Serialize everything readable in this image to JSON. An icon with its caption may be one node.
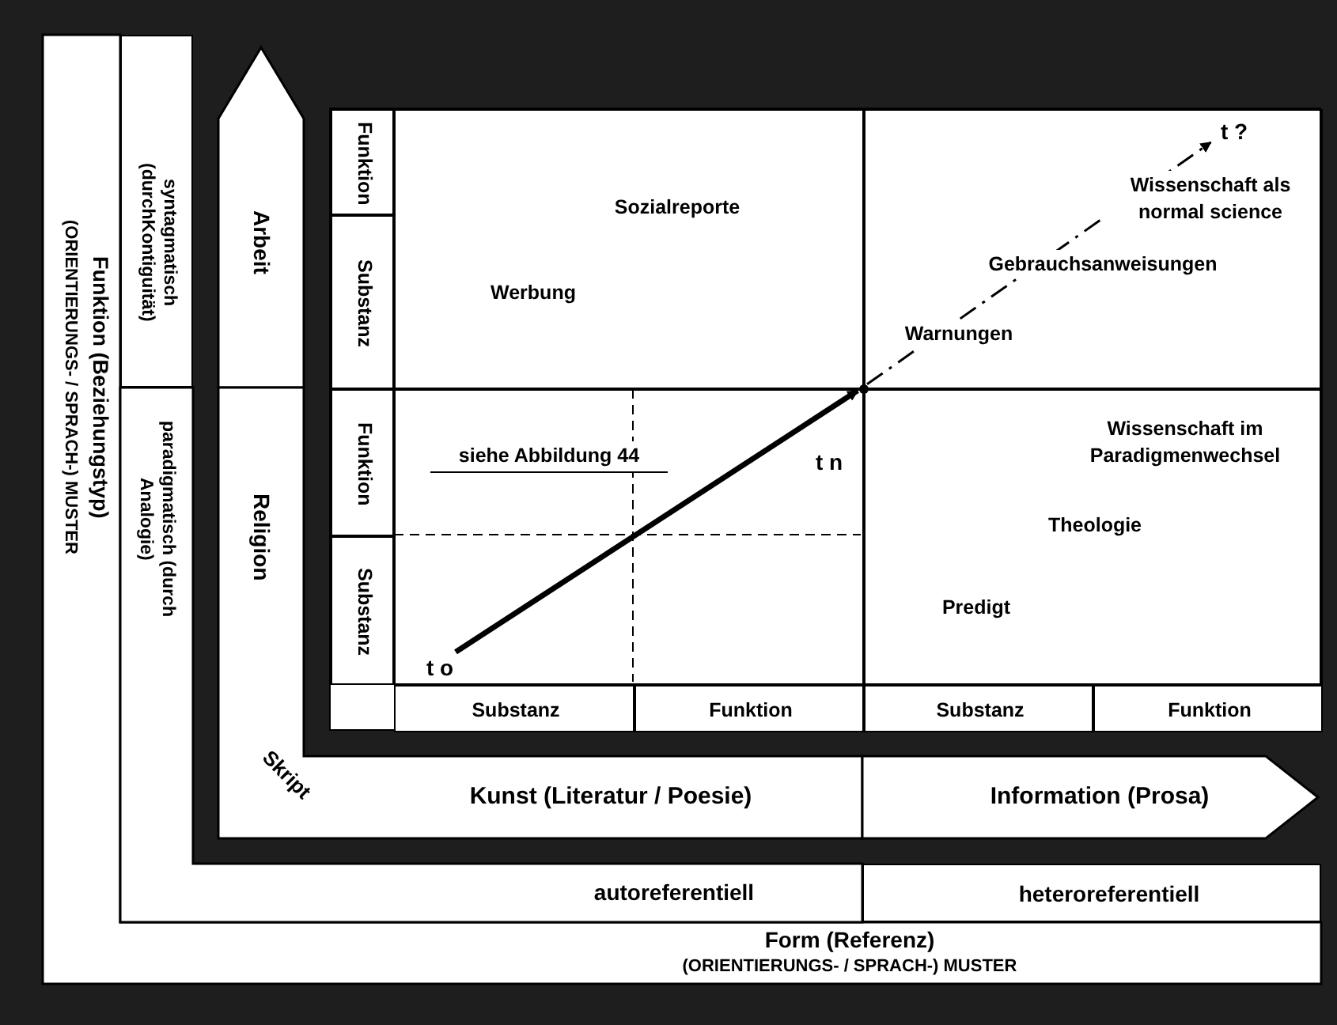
{
  "diagram": {
    "nodes": [
      {
        "text": [
          "Funktion (Beziehungstyp)",
          "(ORIENTIERUNGS- / SPRACH-) MUSTER",
          "Form (Referenz)",
          "(ORIENTIERUNGS- / SPRACH-) MUSTER"
        ]
      },
      {
        "text": [
          "syntagmatisch (durchKontiguität)"
        ]
      },
      {
        "text": [
          "paradigmatisch (durch Analogie)",
          "autoreferentiell"
        ]
      },
      {
        "text": [
          "heteroreferentiell"
        ]
      },
      {
        "text": [
          "Arbeit"
        ]
      },
      {
        "text": [
          "Religion",
          "Skript",
          "Kunst (Literatur / Poesie)"
        ]
      },
      {
        "text": [
          "Information (Prosa)"
        ]
      },
      {
        "text": [],
        "shape": "box"
      },
      {
        "text": [
          "Funktion"
        ],
        "in": 7
      },
      {
        "text": [
          "Substanz"
        ],
        "in": 7
      },
      {
        "text": [
          "Sozialreporte",
          "Werbung"
        ],
        "in": 7
      },
      {
        "text": [
          "Wissenschaft als normal science",
          "Gebrauchsanweisungen",
          "Warnungen"
        ],
        "in": 7
      },
      {
        "text": [
          "t ?"
        ],
        "in": 11
      },
      {
        "text": [
          "Funktion"
        ],
        "in": 7
      },
      {
        "text": [
          "Substanz"
        ],
        "in": 7
      },
      {
        "text": [
          "siehe Abbildung 44",
          "t n"
        ],
        "in": 7
      },
      {
        "text": [
          "t o"
        ],
        "in": 15
      },
      {
        "text": [],
        "shape": "circle",
        "in": 7
      },
      {
        "text": [
          "Wissenschaft im Paradigmenwechsel",
          "Theologie",
          "Predigt"
        ],
        "in": 7
      },
      {
        "text": [
          "Substanz"
        ],
        "in": 7
      },
      {
        "text": [
          "Funktion"
        ],
        "in": 7
      },
      {
        "text": [
          "Substanz"
        ],
        "in": 7
      },
      {
        "text": [
          "Funktion"
        ],
        "in": 7
      }
    ],
    "edges": [
      {
        "from": 16,
        "to": 17,
        "arrow": "to",
        "style": "thick"
      },
      {
        "from": 17,
        "to": 12,
        "arrow": "to",
        "style": "dashed"
      }
    ]
  }
}
